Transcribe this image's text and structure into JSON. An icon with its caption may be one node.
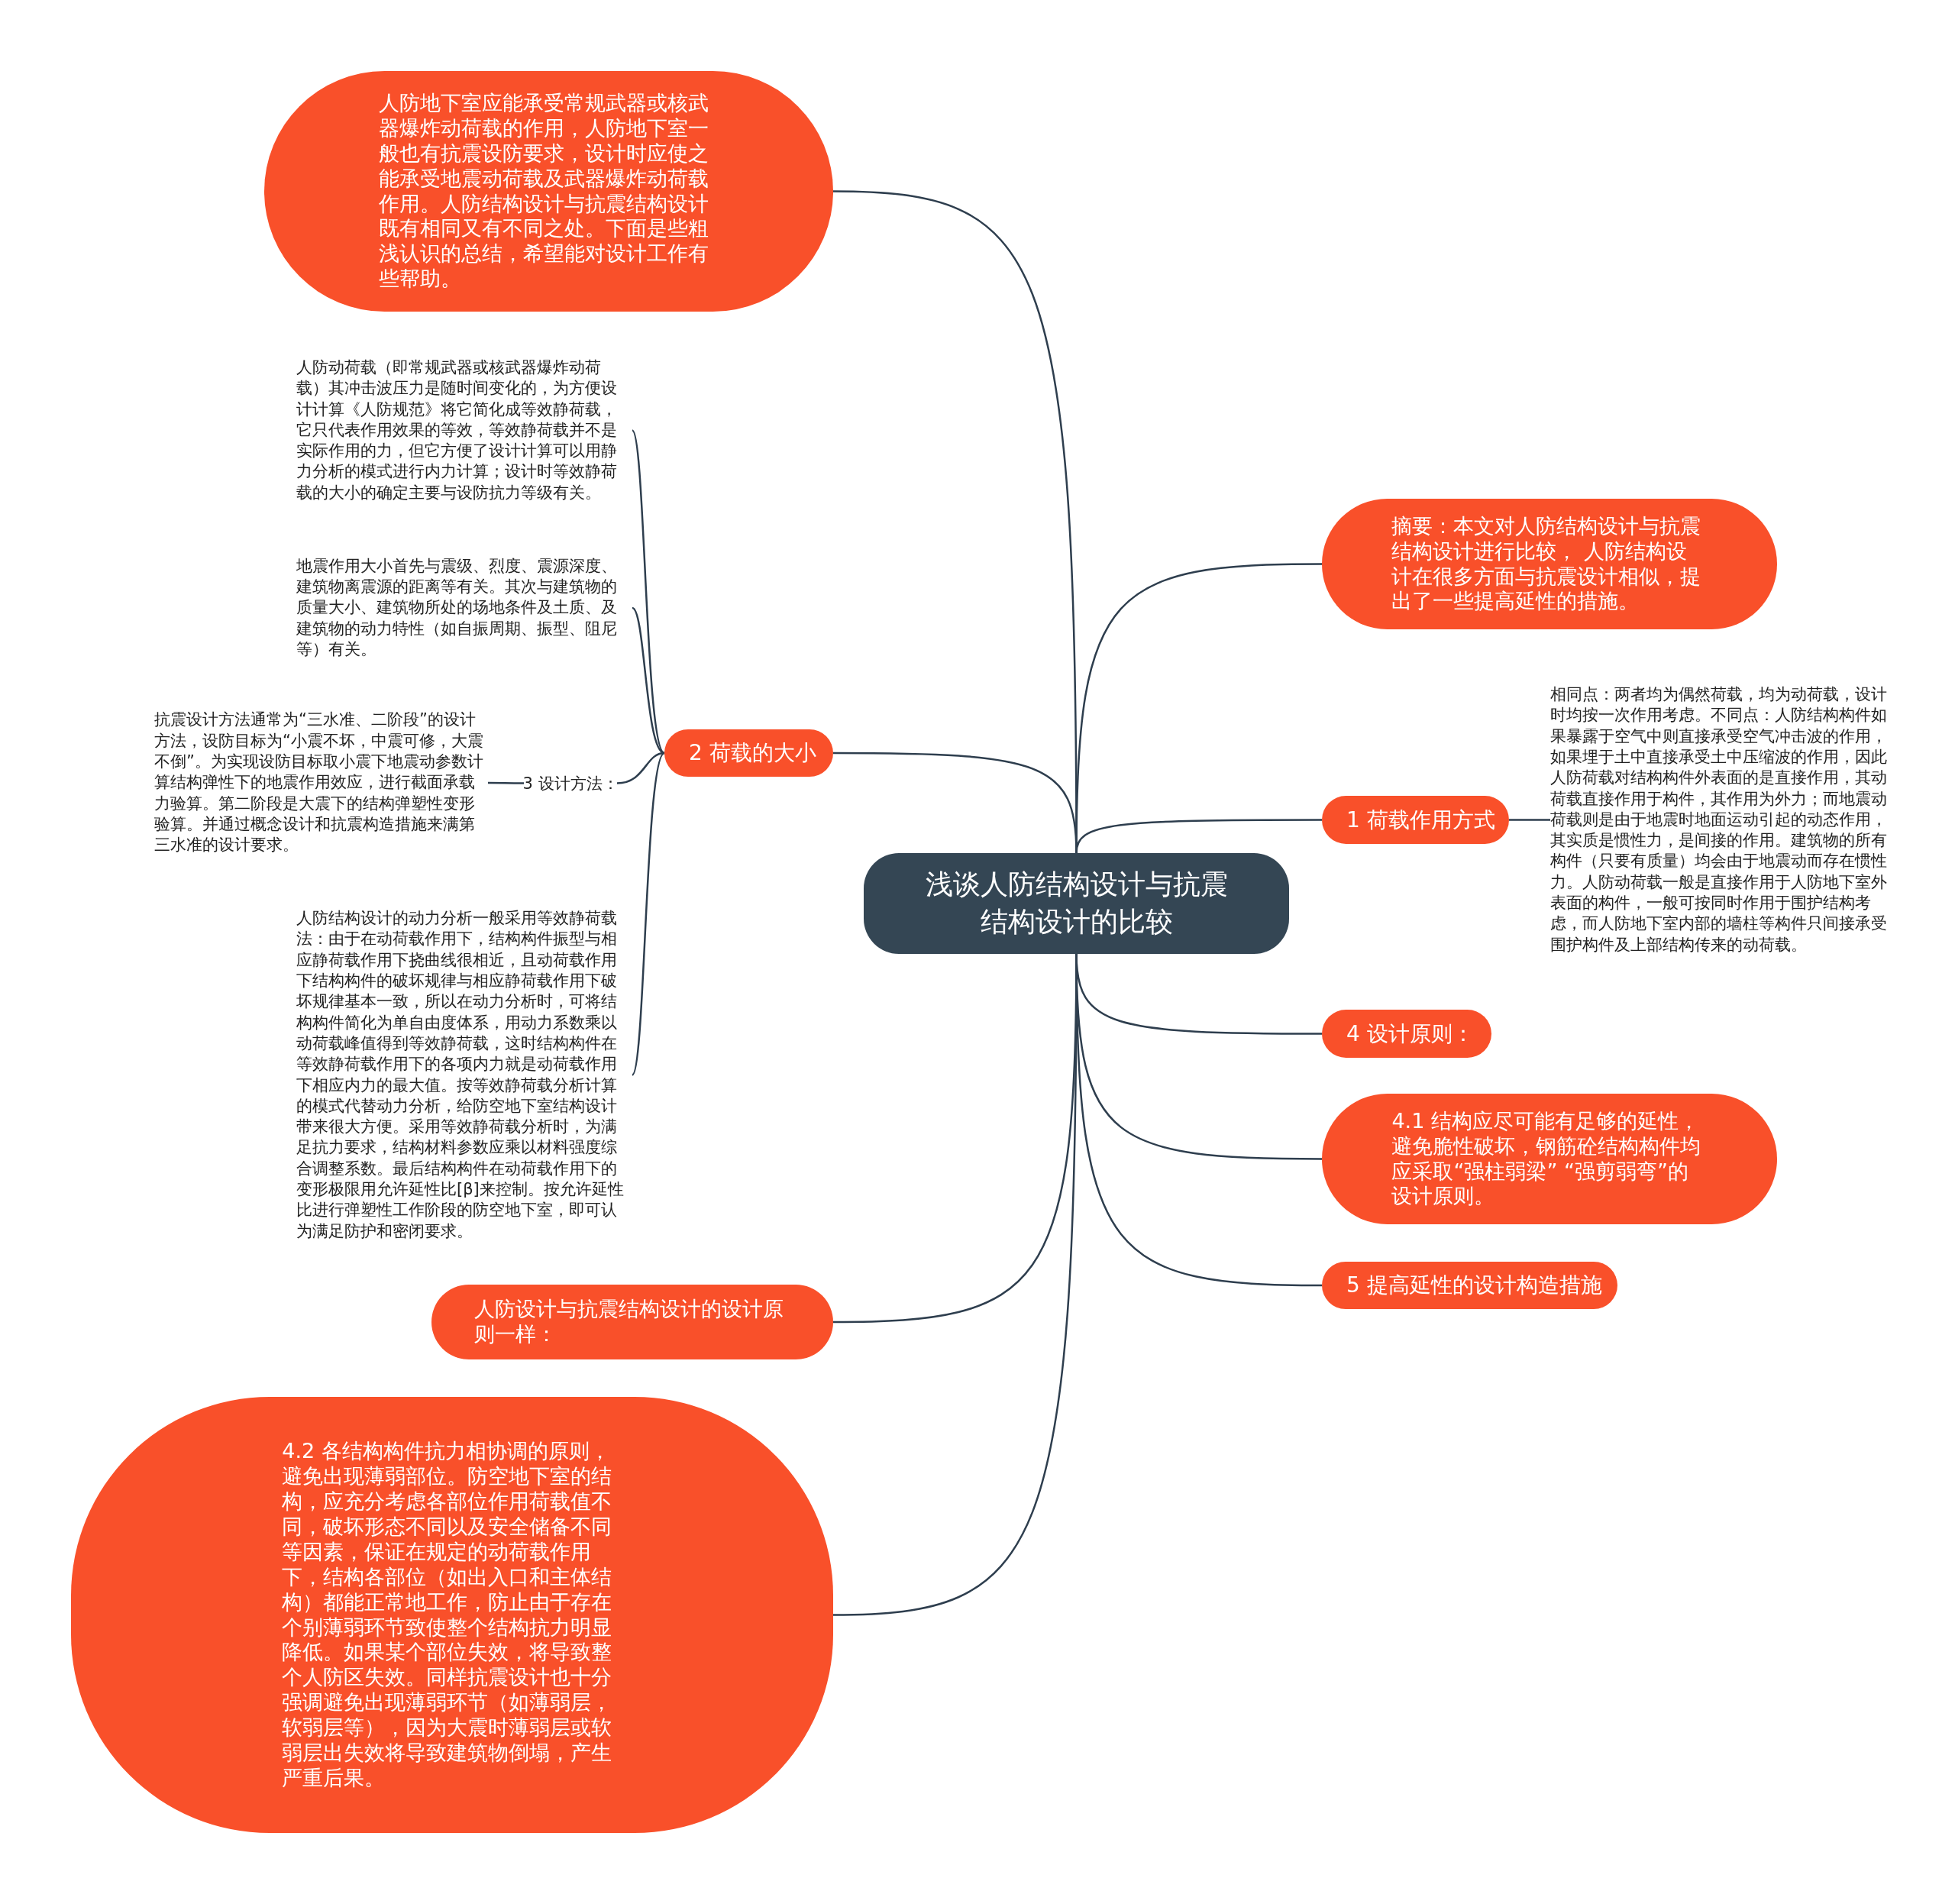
{
  "diagram": {
    "nodes": [
      {
        "text": [
          "浅谈人防结构设计与抗震结构设计的比较"
        ]
      },
      {
        "text": [
          "人防地下室应能承受常规武器或核武器爆炸动荷载的作用，人防地下室一般也有抗震设防要求，设计时应使之能承受地震动荷载及武器爆炸动荷载作用。人防结构设计与抗震结构设计既有相同又有不同之处。下面是些粗浅认识的总结，希望能对设计工作有些帮助。"
        ]
      },
      {
        "text": [
          "摘要：本文对人防结构设计与抗震结构设计进行比较， 人防结构设计在很多方面与抗震设计相似，提出了一些提高延性的措施。"
        ]
      },
      {
        "text": [
          "1 荷载作用方式"
        ]
      },
      {
        "text": [
          "相同点：两者均为偶然荷载，均为动荷载，设计时均按一次作用考虑。不同点：人防结构构件如果暴露于空气中则直接承受空气冲击波的作用，如果埋于土中直接承受土中压缩波的作用，因此人防荷载对结构构件外表面的是直接作用，其动荷载直接作用于构件，其作用为外力；而地震动荷载则是由于地震时地面运动引起的动态作用，其实质是惯性力，是间接的作用。建筑物的所有构件（只要有质量）均会由于地震动而存在惯性力。人防动荷载一般是直接作用于人防地下室外表面的构件，一般可按同时作用于围护结构考虑，而人防地下室内部的墙柱等构件只间接承受围护构件及上部结构传来的动荷载。"
        ]
      },
      {
        "text": [
          "2 荷载的大小"
        ]
      },
      {
        "text": [
          "人防动荷载（即常规武器或核武器爆炸动荷载）其冲击波压力是随时间变化的，为方便设计计算《人防规范》将它简化成等效静荷载，它只代表作用效果的等效，等效静荷载并不是实际作用的力，但它方便了设计计算可以用静力分析的模式进行内力计算；设计时等效静荷载的大小的确定主要与设防抗力等级有关。"
        ]
      },
      {
        "text": [
          "地震作用大小首先与震级、烈度、震源深度、建筑物离震源的距离等有关。其次与建筑物的质量大小、建筑物所处的场地条件及土质、及建筑物的动力特性（如自振周期、振型、阻尼等）有关。"
        ]
      },
      {
        "text": [
          "3 设计方法："
        ]
      },
      {
        "text": [
          "抗震设计方法通常为“三水准、二阶段”的设计方法，设防目标为“小震不坏，中震可修，大震不倒”。为实现设防目标取小震下地震动参数计算结构弹性下的地震作用效应，进行截面承载力验算。第二阶段是大震下的结构弹塑性变形验算。并通过概念设计和抗震构造措施来满第三水准的设计要求。"
        ]
      },
      {
        "text": [
          "人防结构设计的动力分析一般采用等效静荷载法：由于在动荷载作用下，结构构件振型与相应静荷载作用下挠曲线很相近，且动荷载作用下结构构件的破坏规律与相应静荷载作用下破坏规律基本一致，所以在动力分析时，可将结构构件简化为单自由度体系，用动力系数乘以动荷载峰值得到等效静荷载，这时结构构件在等效静荷载作用下的各项内力就是动荷载作用下相应内力的最大值。按等效静荷载分析计算的模式代替动力分析，给防空地下室结构设计带来很大方便。采用等效静荷载分析时，为满足抗力要求，结构材料参数应乘以材料强度综合调整系数。最后结构构件在动荷载作用下的变形极限用允许延性比[β]来控制。按允许延性比进行弹塑性工作阶段的防空地下室，即可认为满足防护和密闭要求。"
        ]
      },
      {
        "text": [
          "4 设计原则："
        ]
      },
      {
        "text": [
          "4.1 结构应尽可能有足够的延性，避免脆性破坏，钢筋砼结构构件均应采取“强柱弱梁” “强剪弱弯”的设计原则。"
        ]
      },
      {
        "text": [
          "5 提高延性的设计构造措施"
        ]
      },
      {
        "text": [
          "人防设计与抗震结构设计的设计原则一样："
        ]
      },
      {
        "text": [
          "4.2 各结构构件抗力相协调的原则，避免出现薄弱部位。防空地下室的结构，应充分考虑各部位作用荷载值不同，破坏形态不同以及安全储备不同等因素，保证在规定的动荷载作用下，结构各部位（如出入口和主体结构）都能正常地工作，防止由于存在个别薄弱环节致使整个结构抗力明显降低。如果某个部位失效，将导致整个人防区失效。同样抗震设计也十分强调避免出现薄弱环节（如薄弱层，软弱层等），因为大震时薄弱层或软弱层出失效将导致建筑物倒塌，产生严重后果。"
        ]
      }
    ],
    "edges": [
      {
        "from": 0,
        "to": 1,
        "arrow": "none"
      },
      {
        "from": 0,
        "to": 2,
        "arrow": "none"
      },
      {
        "from": 0,
        "to": 3,
        "arrow": "none"
      },
      {
        "from": 3,
        "to": 4,
        "arrow": "none"
      },
      {
        "from": 0,
        "to": 5,
        "arrow": "none"
      },
      {
        "from": 5,
        "to": 6,
        "arrow": "none"
      },
      {
        "from": 5,
        "to": 7,
        "arrow": "none"
      },
      {
        "from": 5,
        "to": 8,
        "arrow": "none"
      },
      {
        "from": 8,
        "to": 9,
        "arrow": "none"
      },
      {
        "from": 5,
        "to": 10,
        "arrow": "none"
      },
      {
        "from": 0,
        "to": 11,
        "arrow": "none"
      },
      {
        "from": 0,
        "to": 12,
        "arrow": "none"
      },
      {
        "from": 0,
        "to": 13,
        "arrow": "none"
      },
      {
        "from": 0,
        "to": 14,
        "arrow": "none"
      },
      {
        "from": 0,
        "to": 15,
        "arrow": "none"
      }
    ]
  }
}
